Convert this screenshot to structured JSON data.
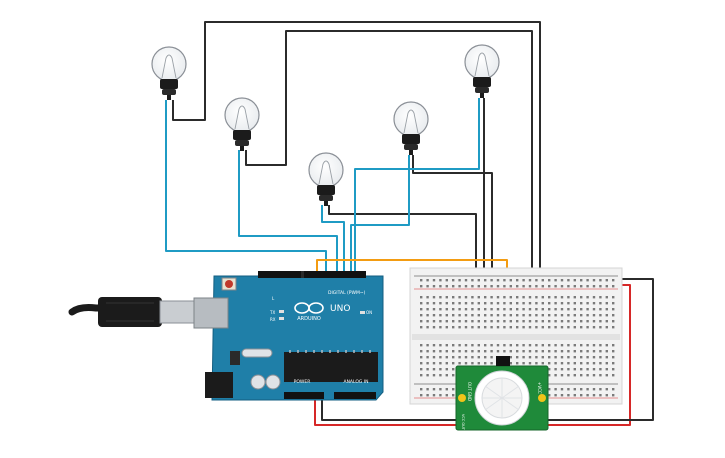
{
  "arduino": {
    "brand": "ARDUINO",
    "model": "UNO",
    "digital_label": "DIGITAL (PWM~)",
    "power_label": "POWER",
    "analog_label": "ANALOG IN",
    "led_l": "L",
    "led_tx": "TX",
    "led_rx": "RX",
    "led_on": "ON"
  },
  "pir_sensor": {
    "label_left": "OUT GND",
    "label_right": "+VCC",
    "label_bottom": "VCC OUT GND"
  },
  "bulbs_count": 5,
  "wire_colors": {
    "black": "#2b2b2b",
    "blue": "#1f9bc4",
    "orange": "#f39c12",
    "red": "#d62828"
  },
  "board_color": "#1f7fa8"
}
